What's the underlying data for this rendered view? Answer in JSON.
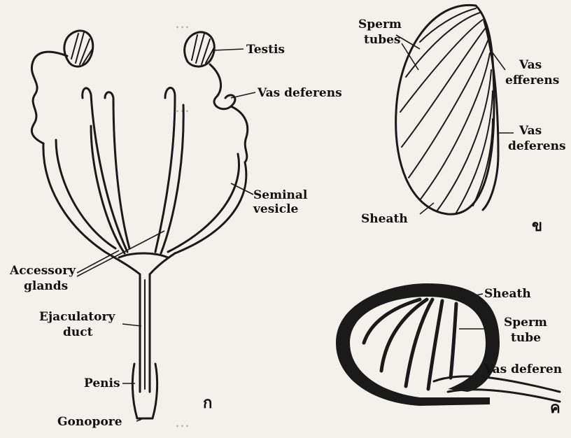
{
  "background_text": [
    "...",
    "...",
    "..."
  ],
  "figure_left": {
    "labels": {
      "testis": "Testis",
      "vas_deferens": "Vas deferens",
      "seminal_vesicle": [
        "Seminal",
        "vesicle"
      ],
      "accessory_glands": [
        "Accessory",
        "glands"
      ],
      "ejaculatory_duct": [
        "Ejaculatory",
        "duct"
      ],
      "penis": "Penis",
      "gonopore": "Gonopore"
    },
    "panel_mark": "ก"
  },
  "figure_right_top": {
    "labels": {
      "sperm_tubes": [
        "Sperm",
        "tubes"
      ],
      "vas_efferens": [
        "Vas",
        "efferens"
      ],
      "vas_deferens": [
        "Vas",
        "deferens"
      ],
      "sheath": "Sheath"
    },
    "panel_mark": "ข"
  },
  "figure_right_bottom": {
    "labels": {
      "sheath": "Sheath",
      "sperm_tube": [
        "Sperm",
        "tube"
      ],
      "vas_deferens": "Vas deferen"
    },
    "panel_mark": "ค"
  }
}
